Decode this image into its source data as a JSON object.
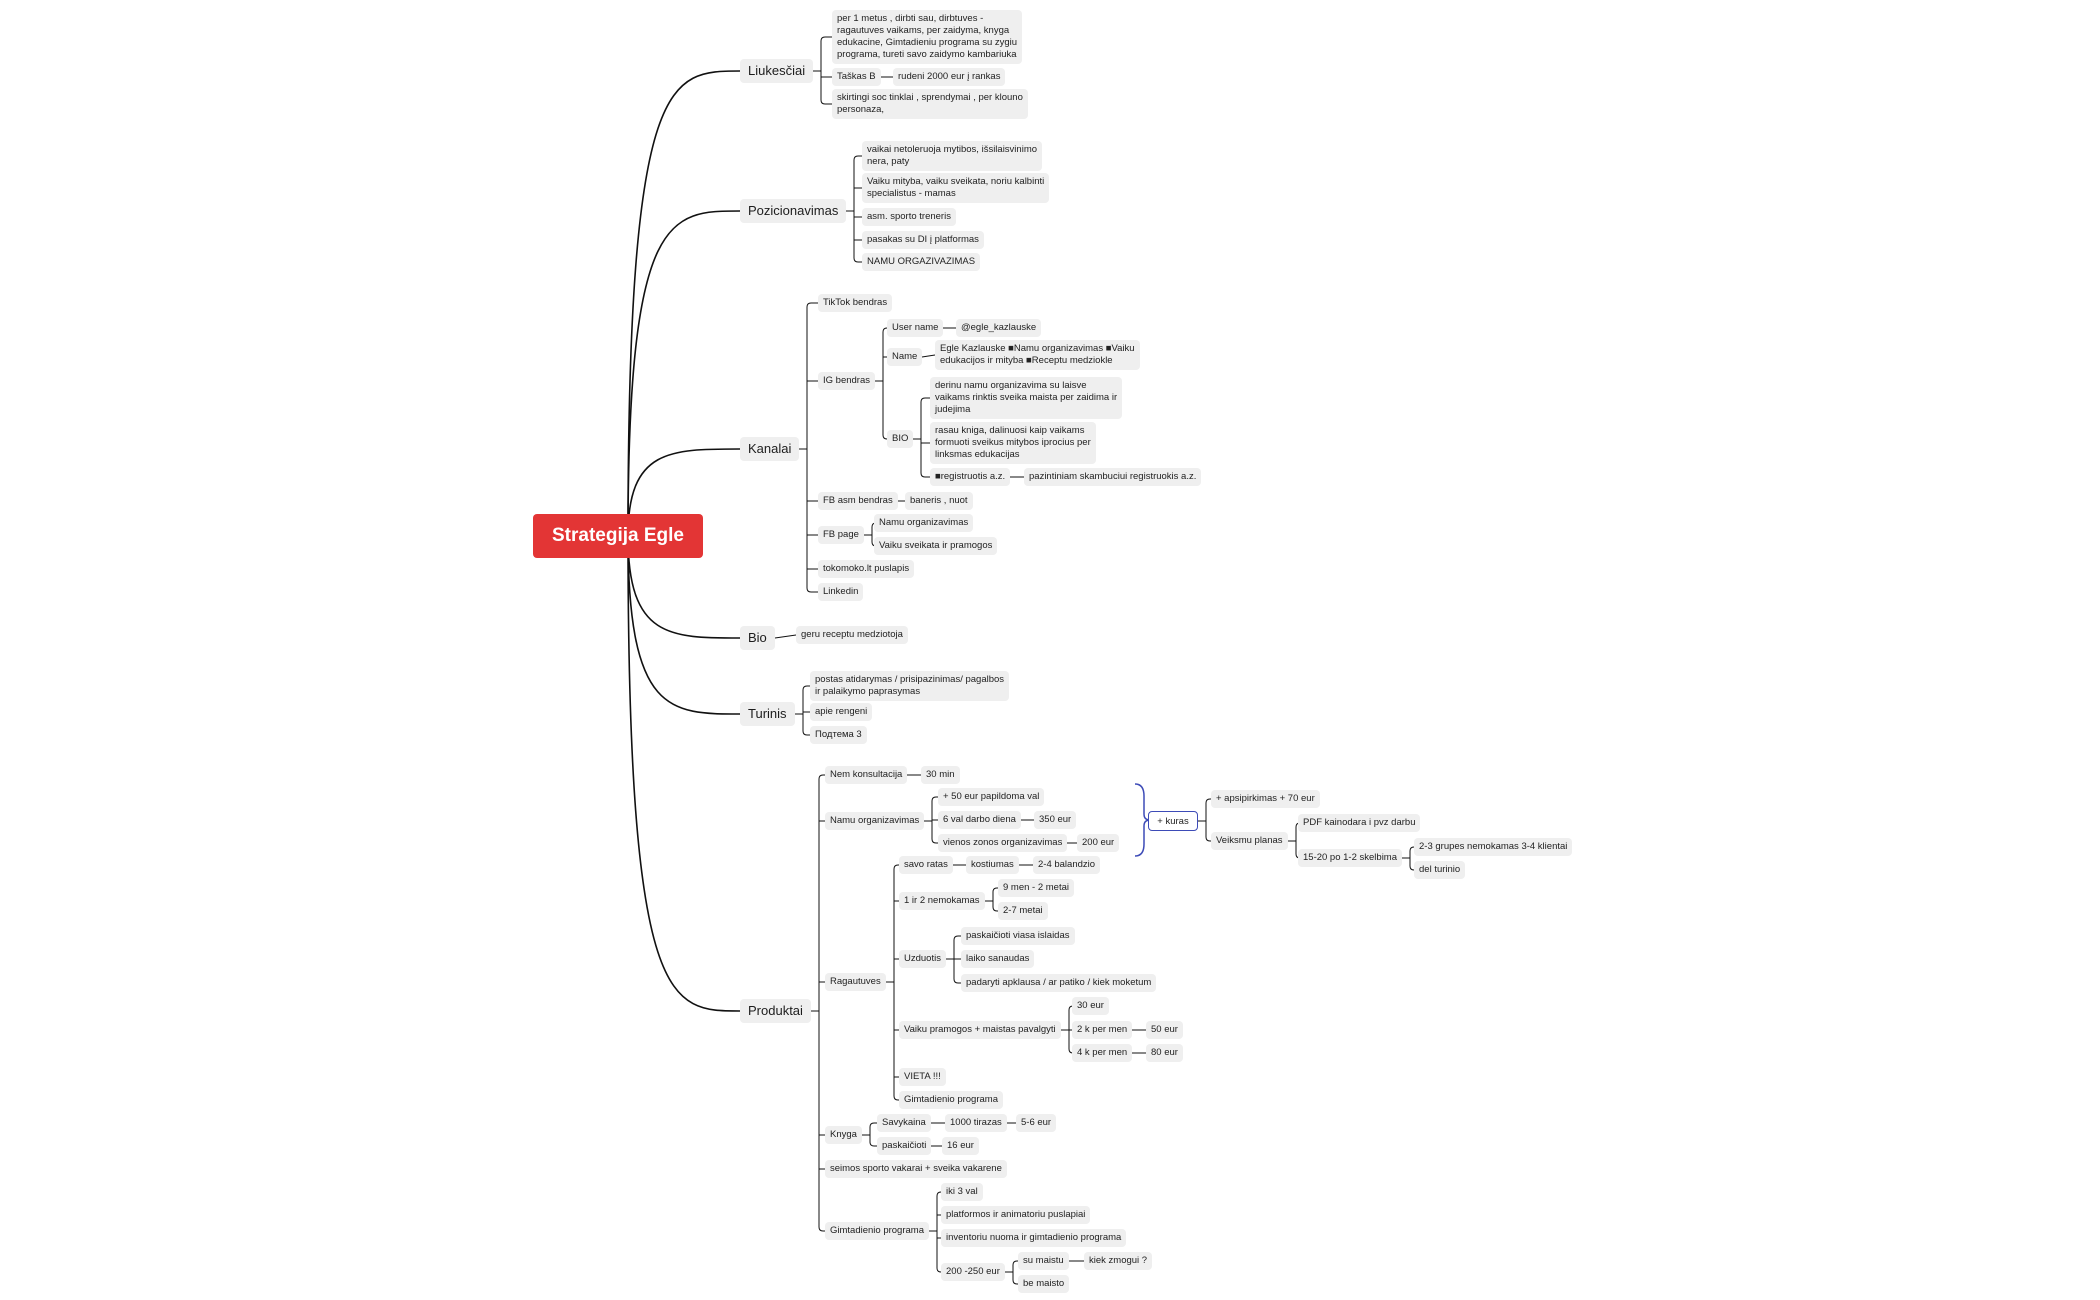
{
  "root": {
    "label": "Strategija Egle"
  },
  "nodes": {
    "liukesciai": "Liukesčiai",
    "liuk_1": "per 1 metus , dirbti sau, dirbtuves -\nragautuves vaikams, per zaidyma, knyga\nedukacine, Gimtadieniu programa su zygiu\nprograma, tureti savo zaidymo kambariuka",
    "liuk_2": "Taškas B",
    "liuk_2a": "rudeni 2000 eur į rankas",
    "liuk_3": "skirtingi soc tinklai , sprendymai , per klouno\npersonaza,",
    "pozicionavimas": "Pozicionavimas",
    "poz_1": "vaikai netoleruoja mytibos, išsilaisvinimo\nnera, paty",
    "poz_2": "Vaiku mityba, vaiku sveikata, noriu kalbinti\nspecialistus - mamas",
    "poz_3": "asm. sporto treneris",
    "poz_4": "pasakas su DI į platformas",
    "poz_5": "NAMU ORGAZIVAZIMAS",
    "kanalai": "Kanalai",
    "kan_tiktok": "TikTok bendras",
    "kan_ig": "IG bendras",
    "ig_username": "User name",
    "ig_username_v": "@egle_kazlauske",
    "ig_name": "Name",
    "ig_name_v": "Egle Kazlauske ■Namu organizavimas ■Vaiku\nedukacijos ir mityba ■Receptu medziokle",
    "ig_bio": "BIO",
    "ig_bio_1": "derinu namu organizavima su laisve\nvaikams rinktis sveika maista per zaidima ir\njudejima",
    "ig_bio_2": "rasau kniga, dalinuosi kaip vaikams\nformuoti sveikus mitybos iprocius per\nlinksmas edukacijas",
    "ig_bio_3": "■registruotis a.z.",
    "ig_bio_3a": "pazintiniam skambuciui registruokis a.z.",
    "kan_fbasm": "FB asm bendras",
    "kan_fbasm_v": "baneris , nuot",
    "kan_fbpage": "FB page",
    "fbpage_1": "Namu organizavimas",
    "fbpage_2": "Vaiku sveikata ir pramogos",
    "kan_tokomoko": "tokomoko.lt puslapis",
    "kan_linkedin": "Linkedin",
    "bio": "Bio",
    "bio_1": "geru receptu medziotoja",
    "turinis": "Turinis",
    "tur_1": "postas atidarymas / prisipazinimas/ pagalbos\nir palaikymo paprasymas",
    "tur_2": "apie rengeni",
    "tur_3": "Подтема 3",
    "produktai": "Produktai",
    "pr_nemkons": "Nem konsultacija",
    "pr_nemkons_v": "30 min",
    "pr_namu": "Namu organizavimas",
    "namu_1": "+ 50 eur papildoma val",
    "namu_2": "6 val darbo diena",
    "namu_2a": "350 eur",
    "namu_3": "vienos zonos organizavimas",
    "namu_3a": "200 eur",
    "summary_kuras": "+ kuras",
    "kuras_1": "+ apsipirkimas + 70 eur",
    "kuras_2": "Veiksmu planas",
    "kuras_2a": "PDF kainodara i pvz darbu",
    "kuras_2b": "15-20 po 1-2 skelbima",
    "kuras_2b1": "2-3 grupes nemokamas  3-4 klientai",
    "kuras_2b2": "del turinio",
    "pr_ragautuves": "Ragautuves",
    "rag_savo": "savo ratas",
    "rag_savo_a": "kostiumas",
    "rag_savo_b": "2-4 balandzio",
    "rag_12": "1 ir 2  nemokamas",
    "rag_12_a": "9 men - 2 metai",
    "rag_12_b": "2-7 metai",
    "rag_uzd": "Uzduotis",
    "uzd_1": "paskaičioti viasa islaidas",
    "uzd_2": "laiko sanaudas",
    "uzd_3": "padaryti apklausa / ar patiko / kiek moketum",
    "rag_vp": "Vaiku pramogos + maistas pavalgyti",
    "vp_1": "30 eur",
    "vp_2": "2 k per men",
    "vp_2a": "50 eur",
    "vp_3": "4 k per men",
    "vp_3a": "80 eur",
    "rag_vieta": "VIETA !!!",
    "rag_gimt": "Gimtadienio programa",
    "pr_knyga": "Knyga",
    "kn_sav": "Savykaina",
    "kn_sav_a": "1000 tirazas",
    "kn_sav_b": "5-6 eur",
    "kn_pask": "paskaičioti",
    "kn_pask_a": "16 eur",
    "pr_seimos": "seimos sporto vakarai  + sveika vakarene",
    "pr_gimt": "Gimtadienio programa",
    "gimt_1": "iki 3 val",
    "gimt_2": "platformos ir animatoriu puslapiai",
    "gimt_3": "inventoriu nuoma ir gimtadienio programa",
    "gimt_4": "200 -250  eur",
    "gimt_4a": "su maistu",
    "gimt_4a1": "kiek zmogui ?",
    "gimt_4b": "be maisto"
  },
  "colors": {
    "root": "#e33535",
    "node_bg": "#efefef",
    "line": "#111111",
    "summary": "#3d4bb7"
  }
}
